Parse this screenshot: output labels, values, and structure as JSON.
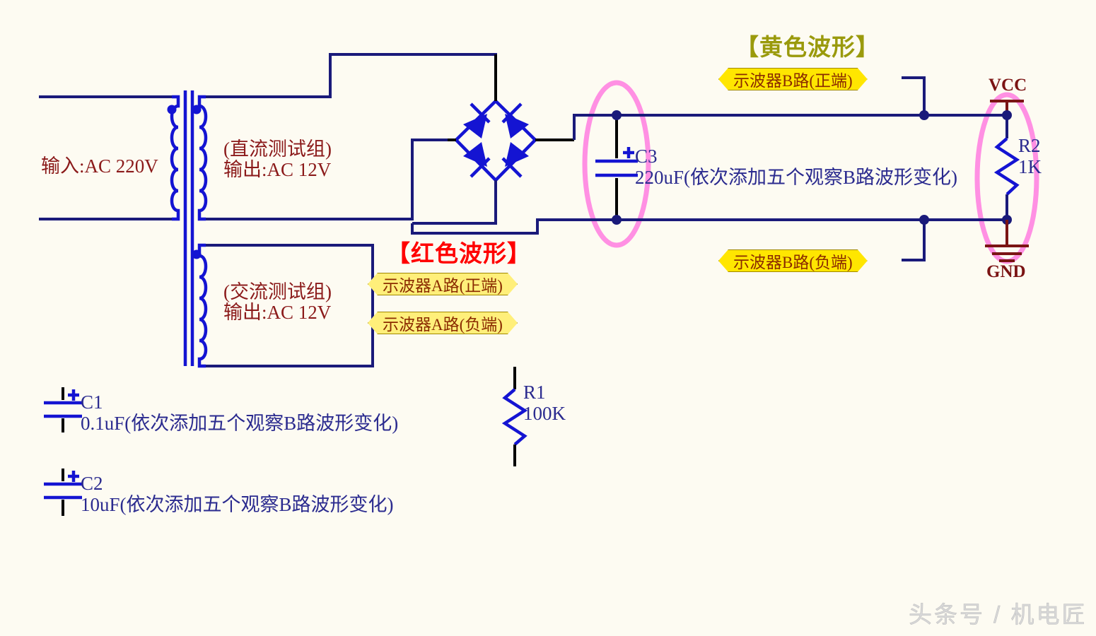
{
  "diagram": {
    "title": "AC-DC rectifier filter test circuit",
    "background_color": "#fdfbf2"
  },
  "colors": {
    "wire_dark_blue": "#1a1a7a",
    "wire_black": "#000000",
    "component_blue": "#1414d2",
    "label_red": "#8b1a1a",
    "label_blue": "#2b2b8f",
    "header_red": "#ff0000",
    "header_olive": "#9a9a0c",
    "flag_yellow": "#ffef7a",
    "flag_yellow_strong": "#ffe600",
    "highlight_pink": "#ff7de0",
    "power_darkred": "#7b1414"
  },
  "transformer": {
    "input_label": "输入:AC 220V",
    "dc_group_line1": "(直流测试组)",
    "dc_group_line2": "输出:AC 12V",
    "ac_group_line1": "(交流测试组)",
    "ac_group_line2": "输出:AC 12V"
  },
  "headers": {
    "red_waveform": "【红色波形】",
    "yellow_waveform": "【黄色波形】"
  },
  "probe_flags": {
    "a_positive": "示波器A路(正端)",
    "a_negative": "示波器A路(负端)",
    "b_positive": "示波器B路(正端)",
    "b_negative": "示波器B路(负端)"
  },
  "components": {
    "c1": {
      "ref": "C1",
      "value": "0.1uF(依次添加五个观察B路波形变化)",
      "polarity": "+"
    },
    "c2": {
      "ref": "C2",
      "value": "10uF(依次添加五个观察B路波形变化)",
      "polarity": "+"
    },
    "c3": {
      "ref": "C3",
      "value": "220uF(依次添加五个观察B路波形变化)",
      "polarity": "+"
    },
    "r1": {
      "ref": "R1",
      "value": "100K"
    },
    "r2": {
      "ref": "R2",
      "value": "1K"
    }
  },
  "power_nodes": {
    "vcc": "VCC",
    "gnd": "GND"
  },
  "watermark": "头条号 / 机电匠"
}
